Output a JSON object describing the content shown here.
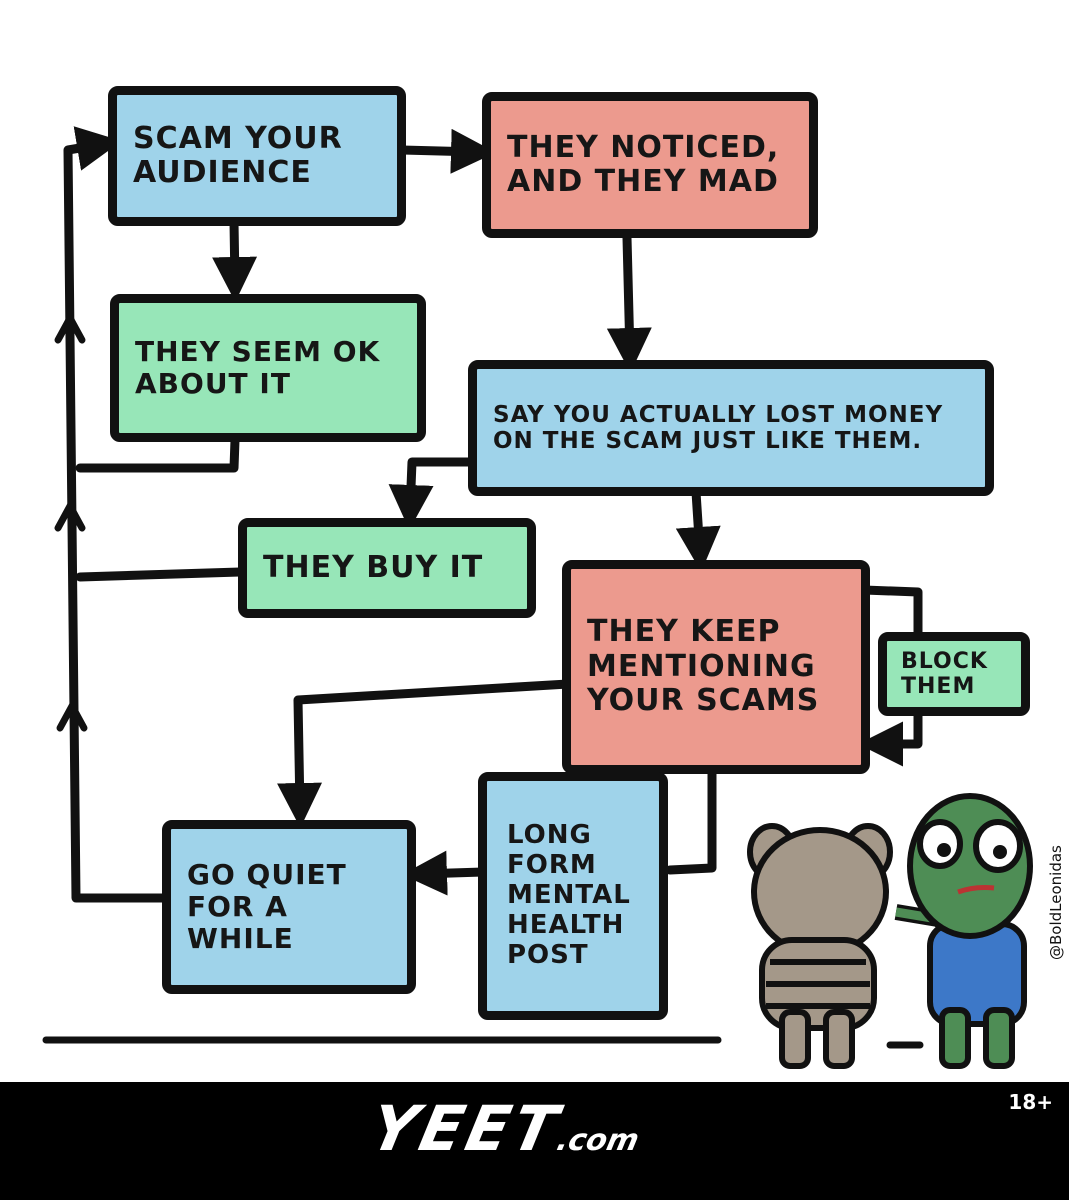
{
  "colors": {
    "blue": "#9fd3ea",
    "red": "#ec9a8e",
    "green": "#97e6b8",
    "outline": "#111111",
    "footer_bg": "#000000",
    "frog_green": "#4e8d55",
    "bear_grey": "#a49889"
  },
  "boxes": {
    "scam_audience": "Scam your\naudience",
    "they_noticed": "They noticed,\nand they mad",
    "seem_ok": "They seem ok\nabout it",
    "say_lost_money": "Say you actually lost money\non the scam just like them.",
    "buy_it": "They buy it",
    "keep_mentioning": "They keep\nmentioning\nyour scams",
    "block_them": "Block\nthem",
    "go_quiet": "Go quiet\nfor a\nwhile",
    "long_form": "Long\nform\nmental\nhealth\npost"
  },
  "signature": "@BoldLeonidas",
  "footer": {
    "logo_main": "YEET",
    "logo_suffix": ".com",
    "rating": "18+"
  }
}
